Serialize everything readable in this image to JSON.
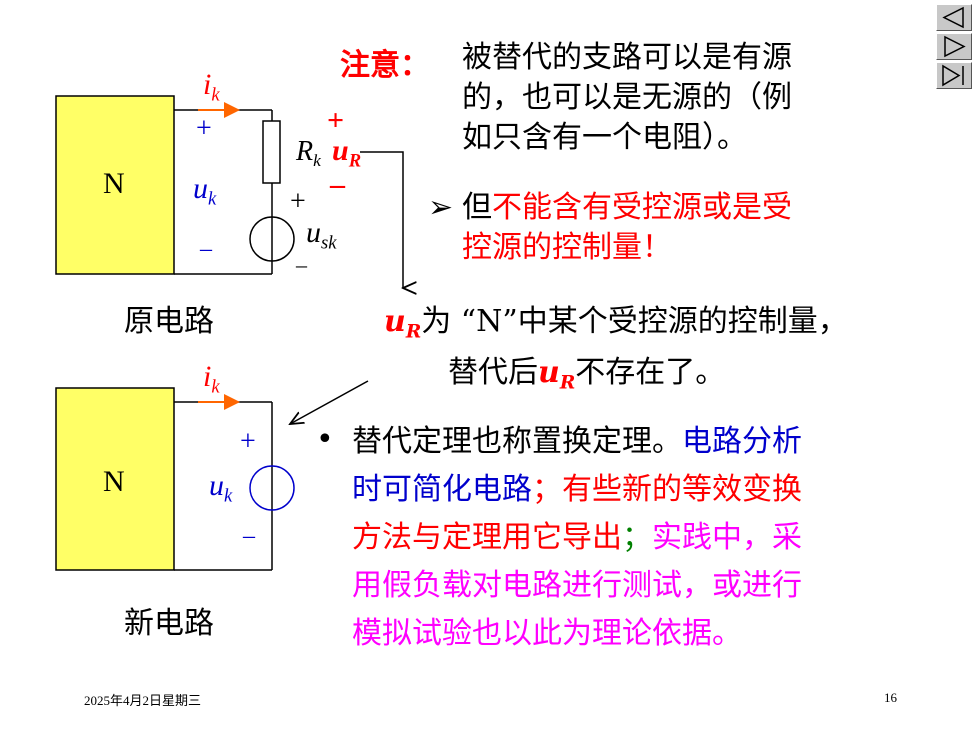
{
  "nav": {
    "prev_icon": "triangle-left-icon",
    "next_icon": "triangle-right-icon",
    "end_icon": "triangle-right-bar-icon"
  },
  "original_circuit": {
    "box_label": "N",
    "current_label": "i",
    "current_sub": "k",
    "plus": "+",
    "minus": "–",
    "voltage_label": "u",
    "voltage_sub": "k",
    "resistor_label": "R",
    "resistor_sub": "k",
    "source_plus": "+",
    "source_minus": "–",
    "source_label": "u",
    "source_sub": "sk",
    "ur_plus": "+",
    "ur_minus": "–",
    "ur_label": "u",
    "ur_sub": "R",
    "caption": "原电路"
  },
  "new_circuit": {
    "box_label": "N",
    "current_label": "i",
    "current_sub": "k",
    "plus": "+",
    "minus": "–",
    "voltage_label": "u",
    "voltage_sub": "k",
    "caption": "新电路"
  },
  "note": {
    "label": "注意：",
    "line1": "被替代的支路可以是有源",
    "line2": "的，也可以是无源的（例",
    "line3": "如只含有一个电阻）。",
    "bullet": "➢",
    "b_line1_black": "但",
    "b_line1_red": "不能含有受控源或是受",
    "b_line2_red": "控源的控制量！"
  },
  "ur_note": {
    "ur_u": "u",
    "ur_sub": "R",
    "line1_rest": "为 “N”中某个受控源的控制量，",
    "line2_pre": "替代后",
    "line2_post": "不存在了。"
  },
  "main_text": {
    "bullet": "•",
    "l1_black": "替代定理也称置换定理。",
    "l1_blue": "电路分析",
    "l2_blue": "时可简化电路",
    "l2_sep": "；",
    "l2_red": "有些新的等效变换",
    "l3_red": "方法与定理用它导出",
    "l3_sep": "；",
    "l3_magenta": "实践中，采",
    "l4_magenta": "用假负载对电路进行测试，或进行",
    "l5_magenta": "模拟试验也以此为理论依据。"
  },
  "footer": {
    "date": "2025年4月2日星期三",
    "page": "16"
  },
  "colors": {
    "box_fill": "#ffff66",
    "red": "#ff0000",
    "blue": "#0000cc",
    "magenta": "#ff00ff",
    "green": "#008000",
    "orange_arrow": "#ff6600"
  }
}
